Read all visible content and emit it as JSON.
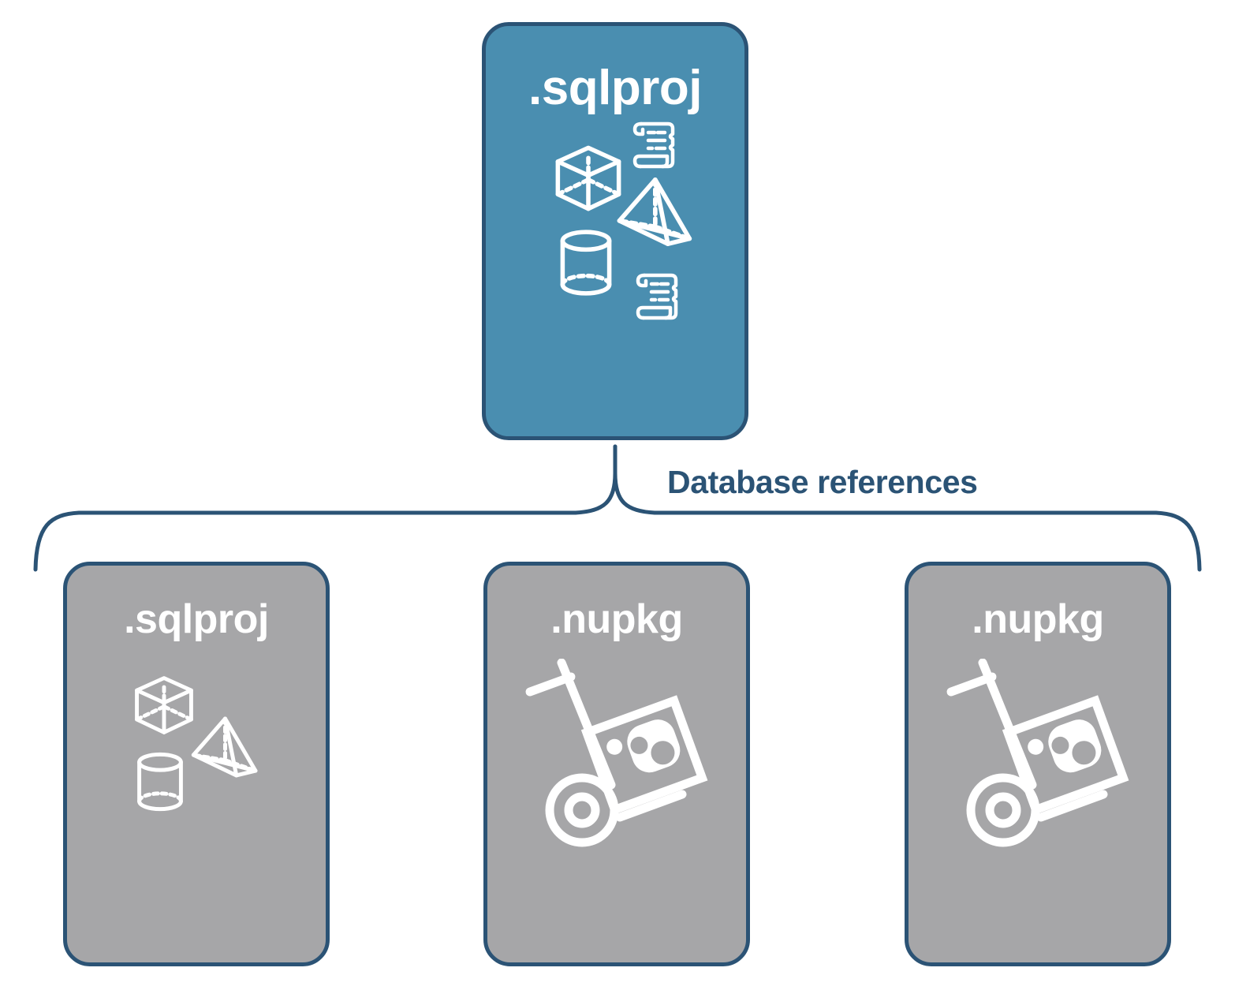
{
  "diagram": {
    "type": "hierarchy-tree",
    "title": "",
    "colors": {
      "blue_fill": "#4A8EB0",
      "gray_fill": "#A6A6A8",
      "border": "#2B5375",
      "label_text": "#2B5375",
      "node_text": "#FFFFFF",
      "background": "#FFFFFF"
    },
    "connector": {
      "label": "Database references",
      "style": "curly-brace",
      "color": "#2B5375"
    },
    "parent": {
      "id": "parent-sqlproj",
      "label": ".sqlproj",
      "fill": "blue",
      "icons": [
        "cube-wireframe-icon",
        "scroll-script-icon",
        "pyramid-wireframe-icon",
        "cylinder-wireframe-icon",
        "scroll-script-icon"
      ]
    },
    "children": [
      {
        "id": "child-sqlproj",
        "label": ".sqlproj",
        "fill": "gray",
        "icons": [
          "cube-wireframe-icon",
          "pyramid-wireframe-icon",
          "cylinder-wireframe-icon"
        ]
      },
      {
        "id": "child-nupkg-1",
        "label": ".nupkg",
        "fill": "gray",
        "icons": [
          "nuget-handtruck-icon"
        ]
      },
      {
        "id": "child-nupkg-2",
        "label": ".nupkg",
        "fill": "gray",
        "icons": [
          "nuget-handtruck-icon"
        ]
      }
    ]
  }
}
